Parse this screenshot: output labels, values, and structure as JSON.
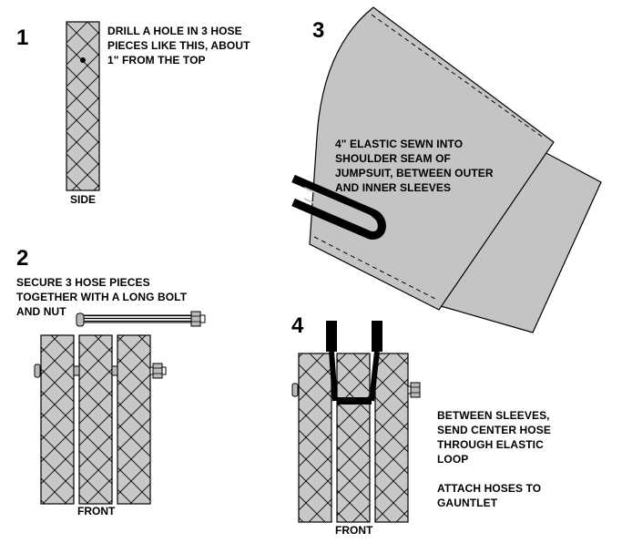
{
  "colors": {
    "hose_fill": "#c8c8c8",
    "fabric_fill": "#c4c4c4",
    "outline": "#000000",
    "background": "#ffffff"
  },
  "step1": {
    "number": "1",
    "note": "DRILL A HOLE IN 3 HOSE\nPIECES LIKE THIS, ABOUT\n1\" FROM THE TOP",
    "caption": "SIDE"
  },
  "step2": {
    "number": "2",
    "note": "SECURE 3 HOSE PIECES\nTOGETHER WITH A LONG BOLT\nAND NUT",
    "caption": "FRONT"
  },
  "step3": {
    "number": "3",
    "note": "4\" ELASTIC SEWN INTO\nSHOULDER SEAM OF\nJUMPSUIT, BETWEEN OUTER\nAND INNER SLEEVES"
  },
  "step4": {
    "number": "4",
    "note_a": "BETWEEN SLEEVES,\nSEND CENTER HOSE\nTHROUGH ELASTIC\nLOOP",
    "note_b": "ATTACH HOSES TO\nGAUNTLET",
    "caption": "FRONT"
  }
}
